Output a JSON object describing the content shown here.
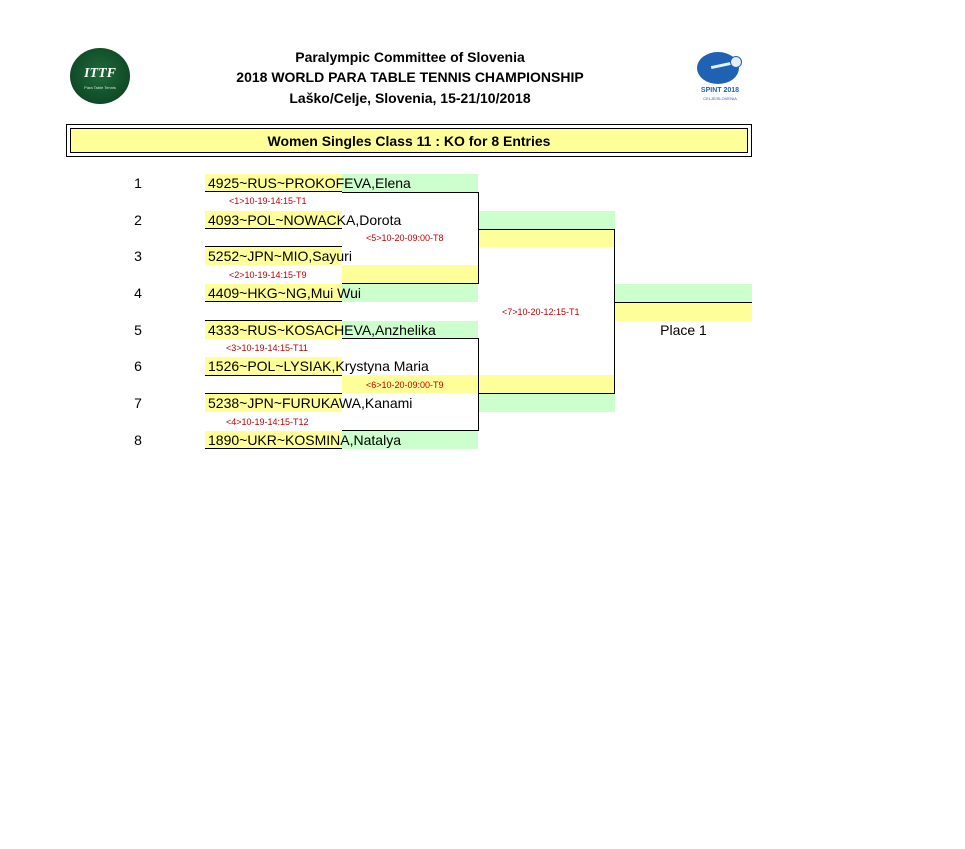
{
  "header": {
    "line1": "Paralympic Committee of Slovenia",
    "line2": "2018 WORLD PARA TABLE TENNIS CHAMPIONSHIP",
    "line3": "Laško/Celje, Slovenia, 15-21/10/2018"
  },
  "logos": {
    "left": {
      "text": "ITTF",
      "sub": "Para Table Tennis"
    },
    "right": {
      "text": "SPINT 2018",
      "sub": "CELJE/SLOVENIA"
    }
  },
  "event_title": "Women Singles Class 11 : KO for 8 Entries",
  "seeds": [
    "1",
    "2",
    "3",
    "4",
    "5",
    "6",
    "7",
    "8"
  ],
  "entries": [
    "4925~RUS~PROKOFEVA,Elena",
    "4093~POL~NOWACKA,Dorota",
    "5252~JPN~MIO,Sayuri",
    "4409~HKG~NG,Mui Wui",
    "4333~RUS~KOSACHEVA,Anzhelika",
    "1526~POL~LYSIAK,Krystyna Maria",
    "5238~JPN~FURUKAWA,Kanami",
    "1890~UKR~KOSMINA,Natalya"
  ],
  "matches": {
    "r1": [
      "<1>10-19-14:15-T1",
      "<2>10-19-14:15-T9",
      "<3>10-19-14:15-T11",
      "<4>10-19-14:15-T12"
    ],
    "r2": [
      "<5>10-20-09:00-T8",
      "<6>10-20-09:00-T9"
    ],
    "final": "<7>10-20-12:15-T1"
  },
  "place_label": "Place 1",
  "colors": {
    "yellow": "#ffff99",
    "green": "#ccffcc",
    "match_text": "#c00000"
  }
}
